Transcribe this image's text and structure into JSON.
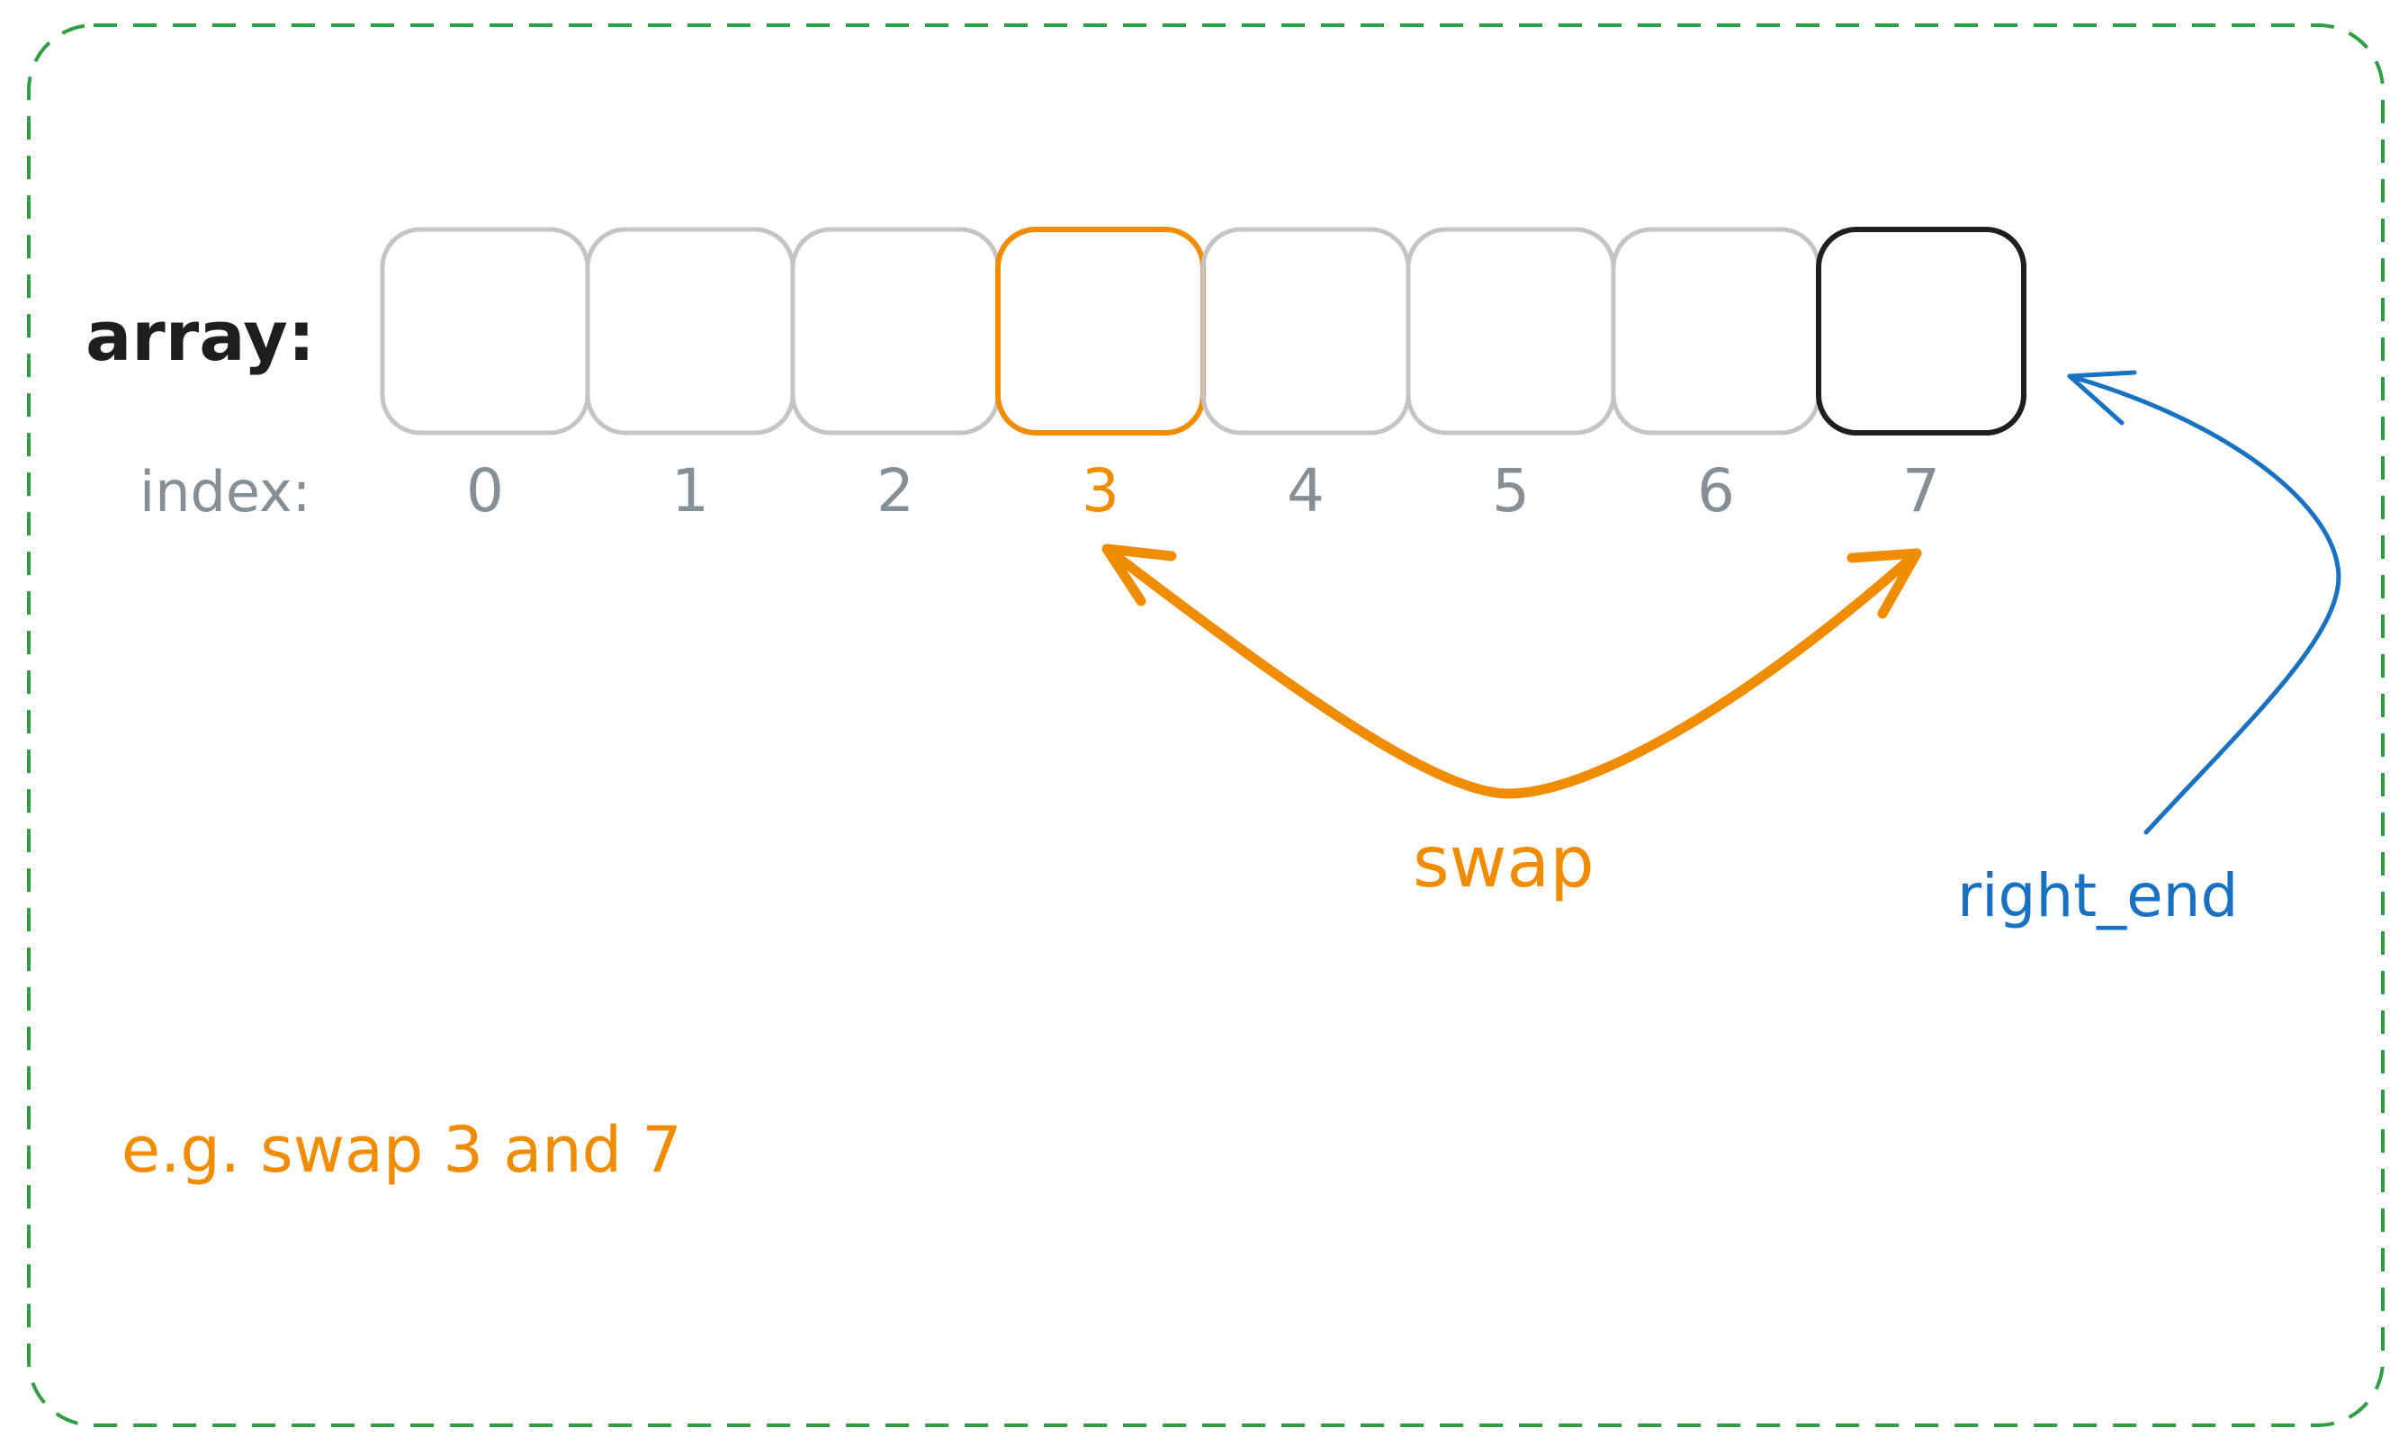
{
  "array_label": "array:",
  "index_label": "index:",
  "indices": [
    "0",
    "1",
    "2",
    "3",
    "4",
    "5",
    "6",
    "7"
  ],
  "highlight_index": 3,
  "right_end_index": 7,
  "swap_label": "swap",
  "right_end_label": "right_end",
  "example_label": "e.g. swap 3 and 7",
  "colors": {
    "frame": "#2f9e44",
    "cell_default": "#c4c4c4",
    "highlight": "#f08c00",
    "right_end_cell": "#1e1e1e",
    "index_text": "#868e96",
    "array_label": "#1e1e1e",
    "right_end_arrow": "#1971c2"
  }
}
